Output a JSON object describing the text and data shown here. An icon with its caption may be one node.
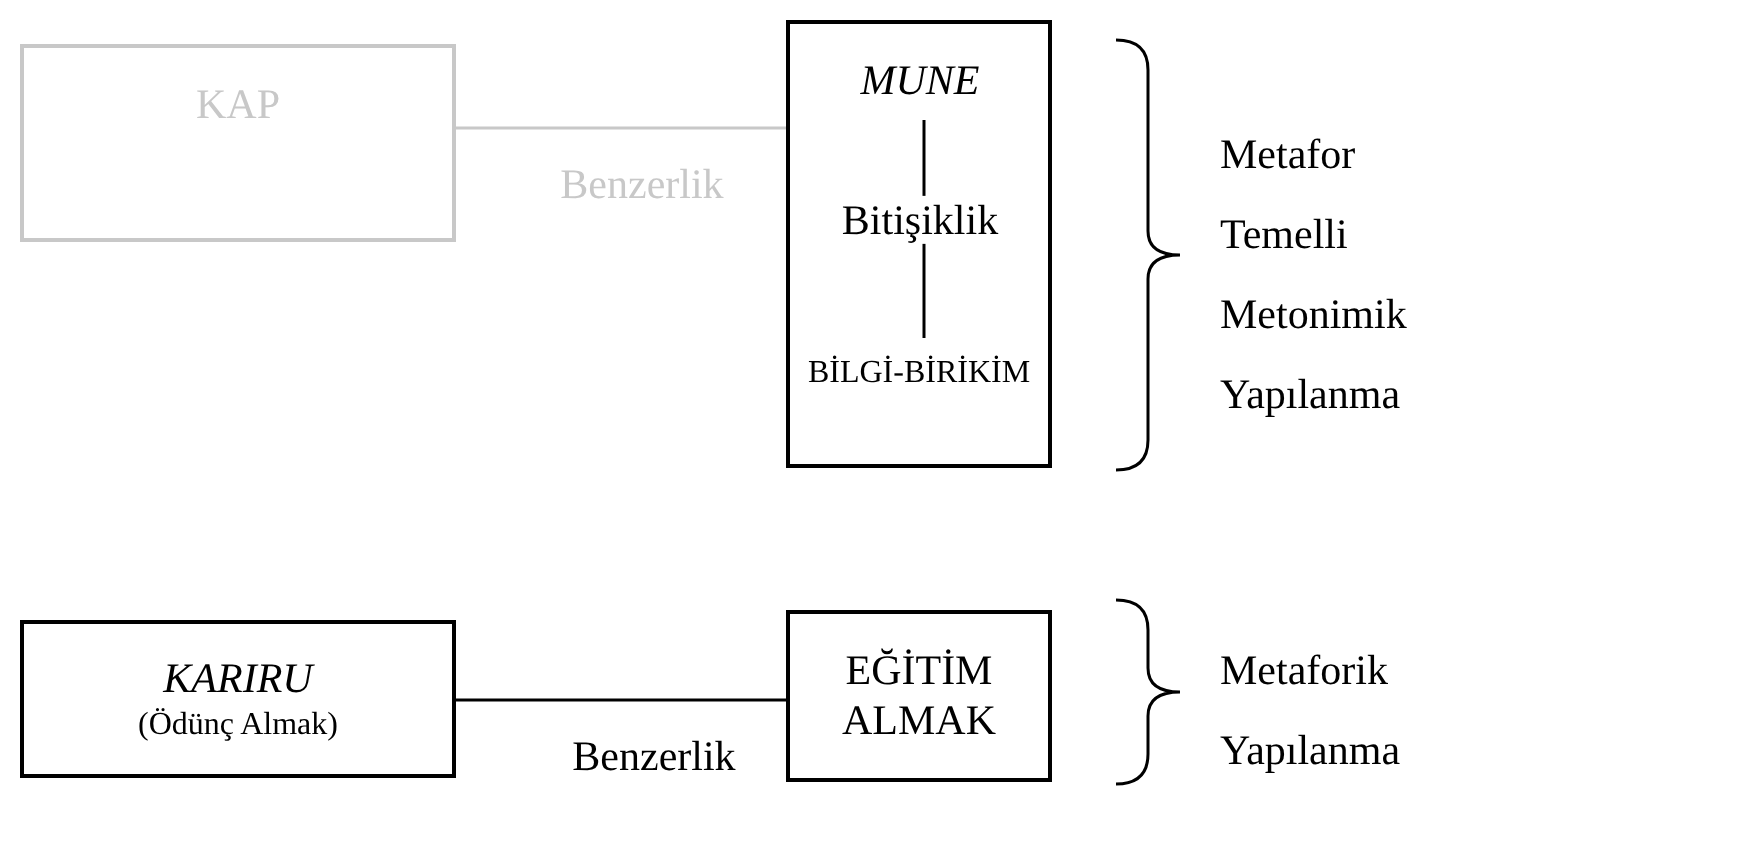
{
  "diagram": {
    "nodes": [
      {
        "text": [
          "KAP"
        ]
      },
      {
        "text": [],
        "shape": "box"
      },
      {
        "text": [
          "MUNE"
        ],
        "in": 1
      },
      {
        "text": [
          "BİLGİ-BİRİKİM"
        ],
        "in": 1
      },
      {
        "text": [
          "KARIRU",
          "(Ödünç Almak)"
        ]
      },
      {
        "text": [
          "EĞİTİM ALMAK"
        ]
      }
    ],
    "edges": [
      {
        "from": 0,
        "to": 1,
        "arrow": "none",
        "label": "Benzerlik",
        "color": "#c8c8c8"
      },
      {
        "from": 2,
        "to": 3,
        "arrow": "none",
        "label": "Bitişiklik"
      },
      {
        "from": 4,
        "to": 5,
        "arrow": "none",
        "label": "Benzerlik"
      }
    ],
    "labels": [
      "Metafor Temelli Metonimik Yapılanma",
      "Metaforik Yapılanma"
    ]
  }
}
